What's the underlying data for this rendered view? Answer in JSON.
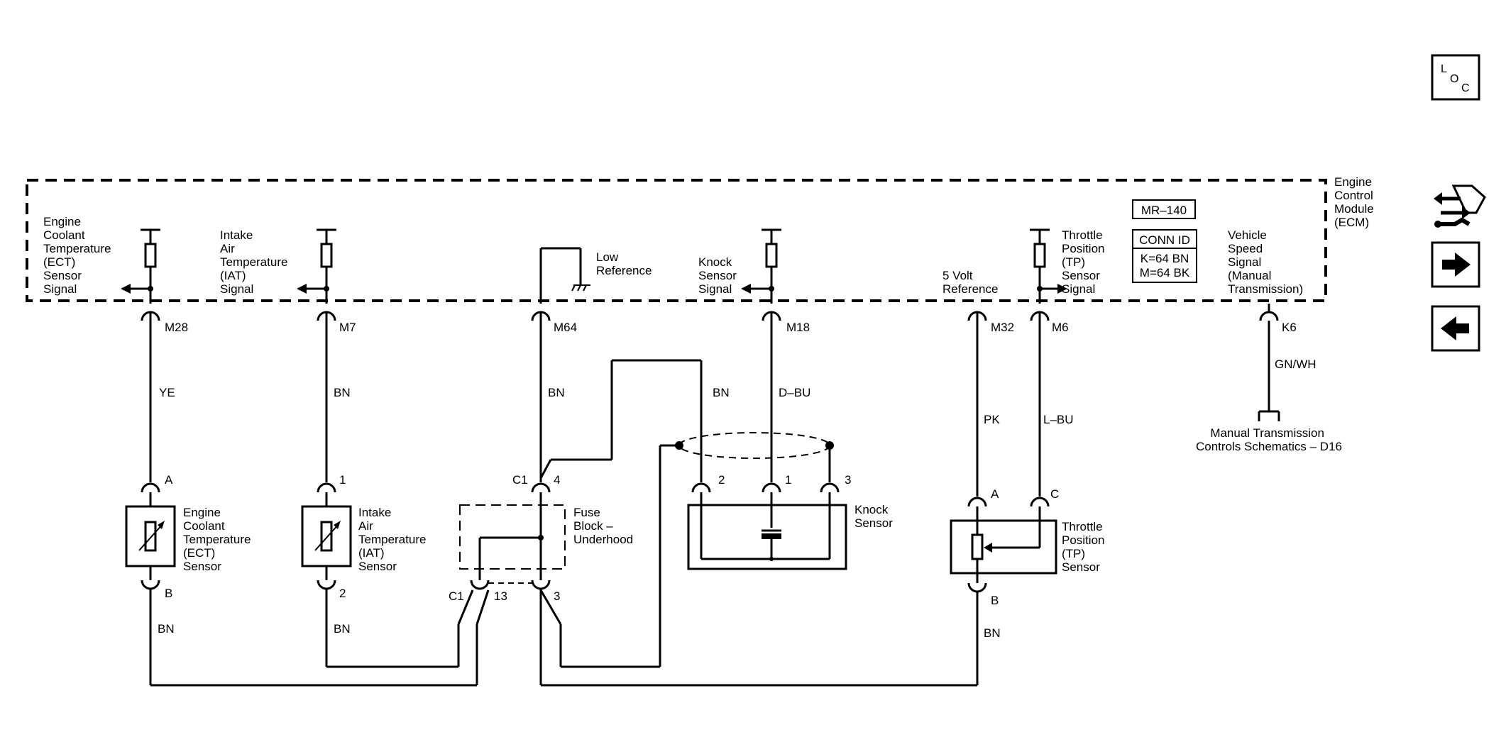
{
  "ecm": {
    "title": [
      "Engine",
      "Control",
      "Module",
      "(ECM)"
    ],
    "doc_ref": "MR–140",
    "conn_id": {
      "title": "CONN ID",
      "lines": [
        "K=64 BN",
        "M=64 BK"
      ]
    }
  },
  "signals": {
    "ect": [
      "Engine",
      "Coolant",
      "Temperature",
      "(ECT)",
      "Sensor",
      "Signal"
    ],
    "iat": [
      "Intake",
      "Air",
      "Temperature",
      "(IAT)",
      "Signal"
    ],
    "low_ref": [
      "Low",
      "Reference"
    ],
    "knock": [
      "Knock",
      "Sensor",
      "Signal"
    ],
    "five_volt": [
      "5 Volt",
      "Reference"
    ],
    "tp": [
      "Throttle",
      "Position",
      "(TP)",
      "Sensor",
      "Signal"
    ],
    "vss": [
      "Vehicle",
      "Speed",
      "Signal",
      "(Manual",
      "Transmission)"
    ]
  },
  "pins": {
    "m28": "M28",
    "m7": "M7",
    "m64": "M64",
    "m18": "M18",
    "m32": "M32",
    "m6": "M6",
    "k6": "K6"
  },
  "wires": {
    "ye": "YE",
    "bn1": "BN",
    "bn_m64": "BN",
    "bn_ks": "BN",
    "dbu": "D–BU",
    "pk": "PK",
    "lbu": "L–BU",
    "gnwh": "GN/WH",
    "bn_ect_low": "BN",
    "bn_iat_low": "BN",
    "bn_tp_low": "BN"
  },
  "components": {
    "ect": {
      "label": [
        "Engine",
        "Coolant",
        "Temperature",
        "(ECT)",
        "Sensor"
      ],
      "pin_a": "A",
      "pin_b": "B"
    },
    "iat": {
      "label": [
        "Intake",
        "Air",
        "Temperature",
        "(IAT)",
        "Sensor"
      ],
      "pin_a": "1",
      "pin_b": "2"
    },
    "fuse": {
      "label": [
        "Fuse",
        "Block –",
        "Underhood"
      ],
      "c1_top": "C1",
      "pin4": "4",
      "c1_bot": "C1",
      "pin13": "13",
      "pin3": "3"
    },
    "knock": {
      "label": [
        "Knock",
        "Sensor"
      ],
      "pin2": "2",
      "pin1": "1",
      "pin3": "3"
    },
    "tp": {
      "label": [
        "Throttle",
        "Position",
        "(TP)",
        "Sensor"
      ],
      "pin_a": "A",
      "pin_c": "C",
      "pin_b": "B"
    },
    "mtc": {
      "label": [
        "Manual Transmission",
        "Controls Schematics – D16"
      ]
    }
  },
  "nav": {
    "loc_letters": [
      "L",
      "O",
      "C"
    ],
    "icons": [
      "loc-icon",
      "connector-info-icon",
      "next-arrow-icon",
      "previous-arrow-icon"
    ]
  }
}
